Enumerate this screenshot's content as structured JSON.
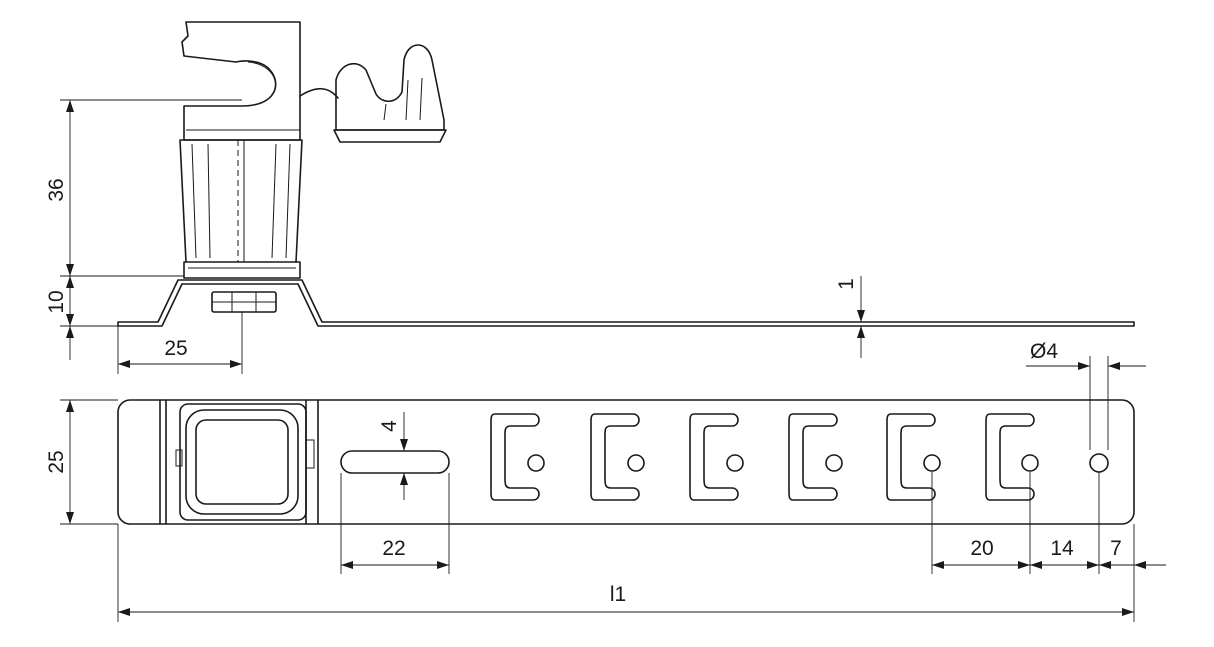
{
  "side_view": {
    "dim_height_clip": "36",
    "dim_height_base": "10",
    "dim_offset": "25",
    "dim_thickness": "1",
    "dim_hole_diameter": "Ø4"
  },
  "top_view": {
    "dim_width": "25",
    "dim_slot_width": "4",
    "dim_slot_length": "22",
    "dim_pitch": "20",
    "dim_hole_spacing": "14",
    "dim_end_margin": "7",
    "dim_total_length": "l1"
  }
}
